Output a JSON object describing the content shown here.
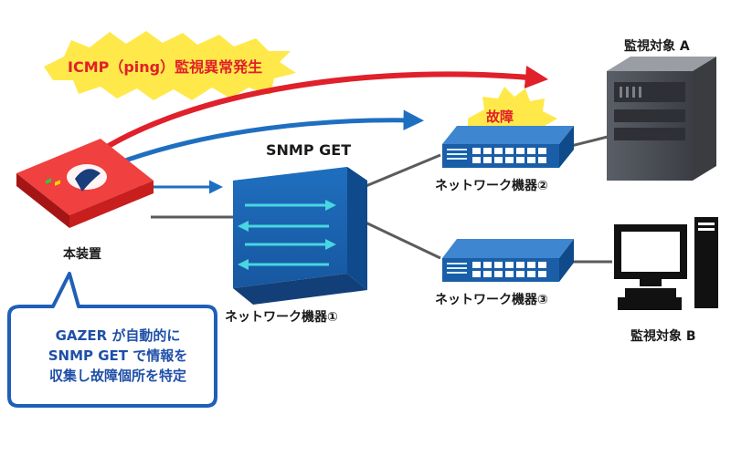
{
  "labels": {
    "icmp_alert": "ICMP（ping）監視異常発生",
    "failure": "故障",
    "snmp_get": "SNMP GET",
    "target_a": "監視対象 A",
    "target_b": "監視対象 B",
    "device_self": "本装置",
    "network_device_1": "ネットワーク機器①",
    "network_device_2": "ネットワーク機器②",
    "network_device_3": "ネットワーク機器③"
  },
  "callout": {
    "lines": [
      "GAZER が自動的に",
      "SNMP GET で情報を",
      "収集し故障個所を特定"
    ]
  },
  "colors": {
    "alert_red": "#e0202a",
    "snmp_blue": "#1f6fc0",
    "burst_yellow": "#ffe94a",
    "callout_border": "#1f5fb8",
    "switch_blue": "#1b5ea8",
    "router_body": "#e52a2a"
  }
}
